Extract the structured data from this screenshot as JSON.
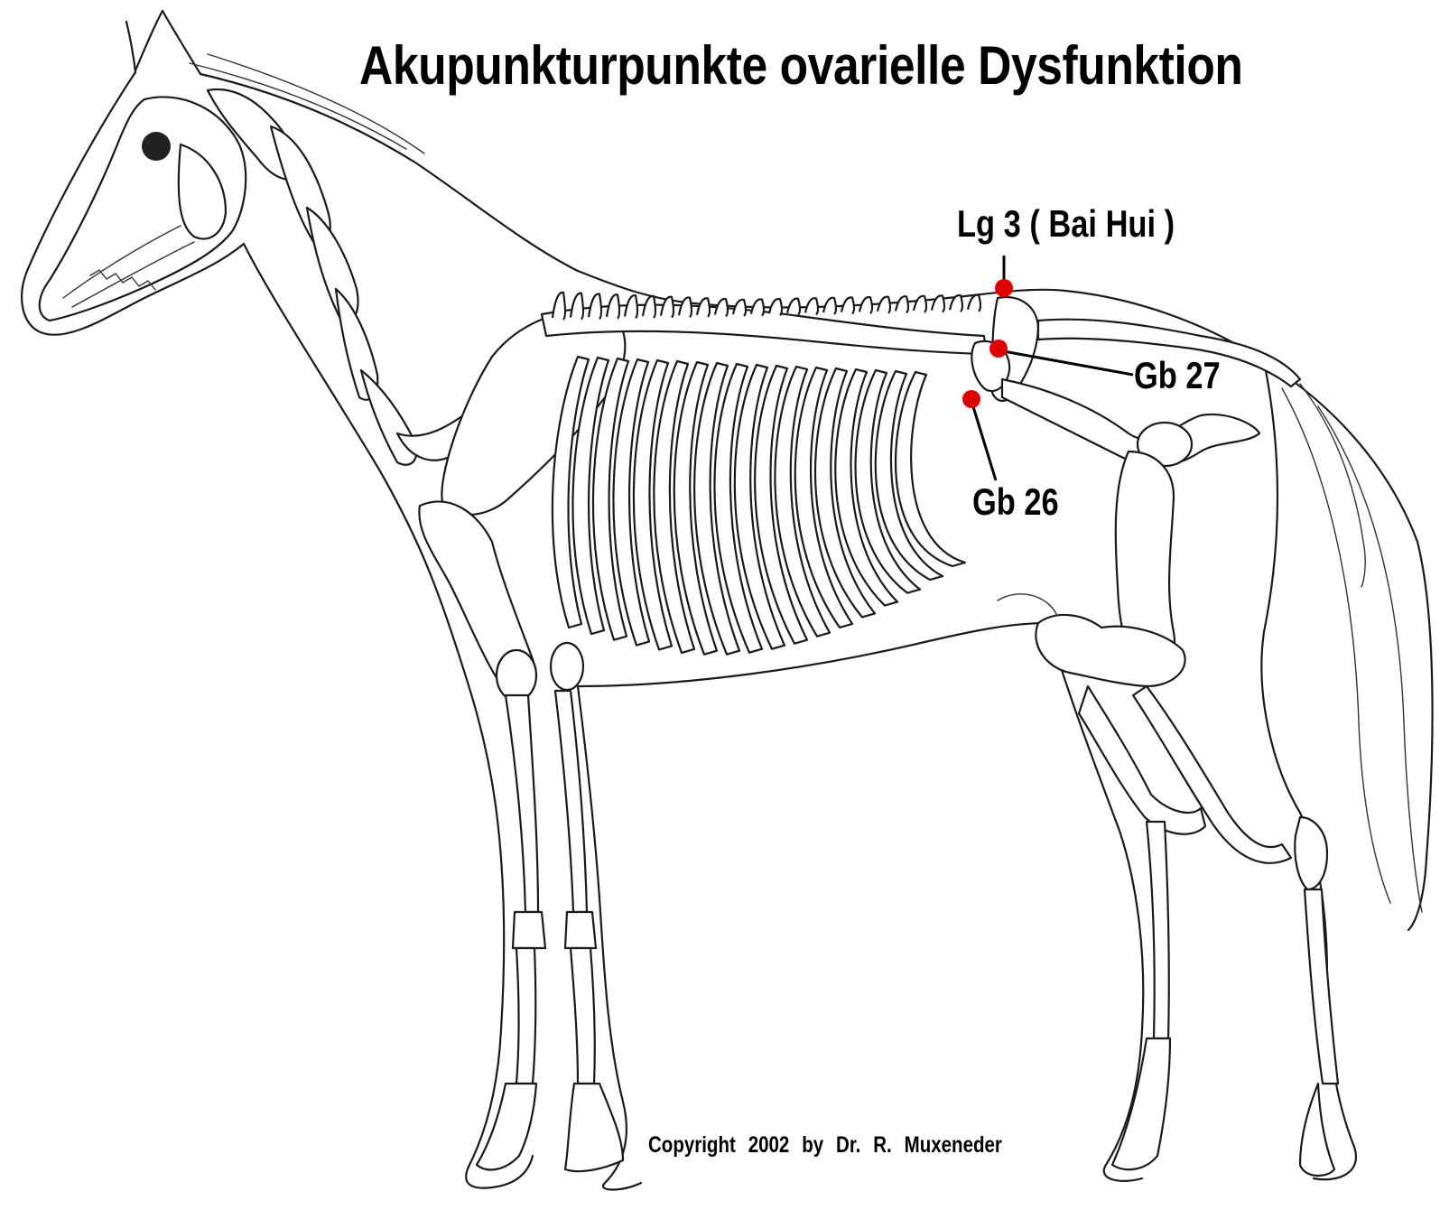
{
  "title": "Akupunkturpunkte  ovarielle Dysfunktion",
  "points": [
    {
      "label": "Lg 3 ( Bai Hui )",
      "color": "#e00000"
    },
    {
      "label": "Gb 27",
      "color": "#e00000"
    },
    {
      "label": "Gb 26",
      "color": "#e00000"
    }
  ],
  "copyright": "Copyright   2002    by    Dr. R. Muxeneder"
}
